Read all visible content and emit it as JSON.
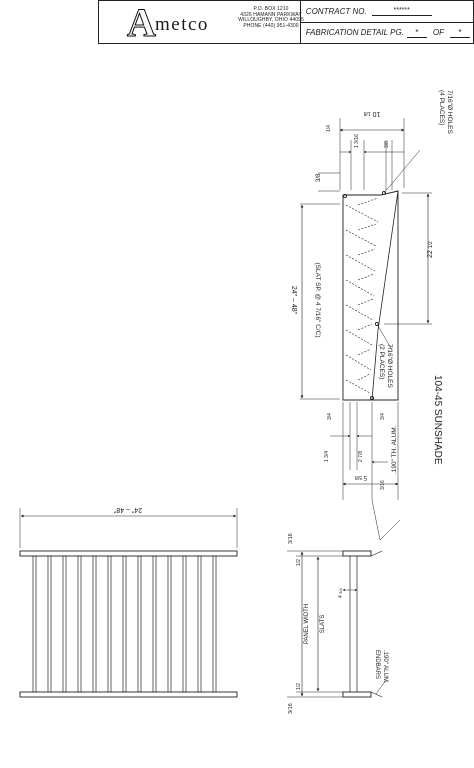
{
  "title_block": {
    "logo_initial": "A",
    "logo_rest": "metco",
    "address_lines": [
      "P.O. BOX 1210",
      "4326 HAMANN PARKWAY",
      "WILLOUGHBY, OHIO 44095",
      "PHONE (440) 951-4300"
    ],
    "contract_label": "CONTRACT NO.",
    "contract_value": "******",
    "fabrication_label": "FABRICATION DETAIL PG.",
    "page_value": "*",
    "of_label": "OF",
    "of_value": "*"
  },
  "drawing": {
    "title": "104-45 SUNSHADE",
    "section_labels": {
      "overall_width": "10",
      "overall_width_frac": "1/8",
      "dim_quarter_top": "1/4",
      "dim_1_3_16": "1 3/16",
      "dim_3_8_top": "3/8",
      "dim_3_8_side": "3/8",
      "dim_2_7_8": "2 7/8",
      "holes_4": "7/16\"Ø HOLES",
      "holes_4_places": "(4 PLACES)",
      "holes_2": "7/16\"Ø HOLES",
      "holes_2_places": "(2 PLACES)",
      "dim_22": "22",
      "dim_22_frac": "1/2",
      "span_range": "24\" – 48\"",
      "slat_spacing": "(SLAT SP. @ 4 7/16\" C/C)",
      "dim_3_4_a": "3/4",
      "dim_3_4_b": "3/4",
      "dim_1_3_4": "1 3/4",
      "dim_5": "5",
      "dim_5_frac": "5/8",
      "dim_3_16_bottom": "3/16",
      "alum_top": ".190\" TH. ALUM."
    },
    "elevation_labels": {
      "span_range": "24\" – 48\"",
      "top_3_16": "3/16",
      "top_1_2": "1/2",
      "bottom_3_16": "3/16",
      "bottom_1_2": "1/2",
      "dim_4": "4",
      "dim_4_frac": "3/4",
      "panel_width": "PANEL WIDTH",
      "slats": "SLATS",
      "endbars_line1": ".190\" ALUM.",
      "endbars_line2": "ENDBARS"
    }
  }
}
